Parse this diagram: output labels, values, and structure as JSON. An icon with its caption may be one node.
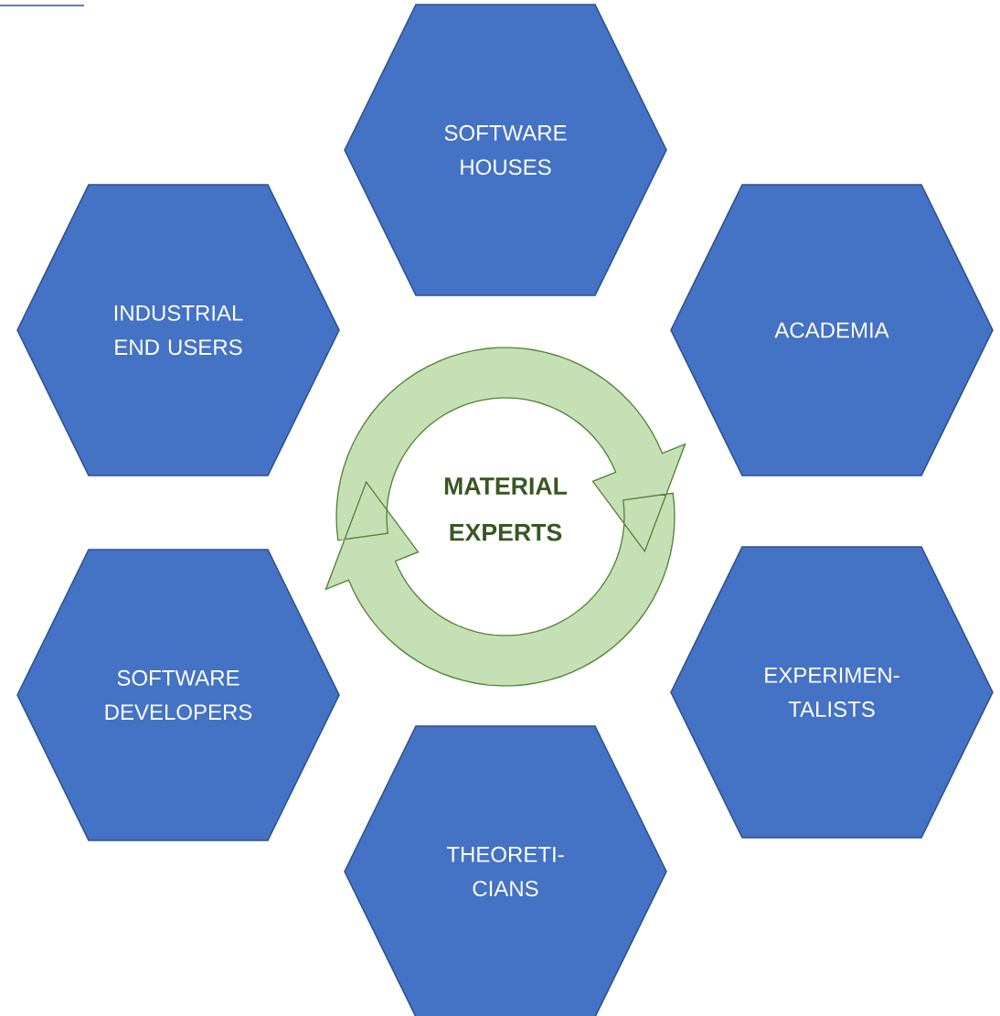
{
  "diagram": {
    "nodes": [
      {
        "text": [
          "SOFTWARE HOUSES"
        ]
      },
      {
        "text": [
          "INDUSTRIAL END USERS"
        ]
      },
      {
        "text": [
          "ACADEMIA"
        ]
      },
      {
        "text": [
          "SOFTWARE DEVELOPERS"
        ]
      },
      {
        "text": [
          "EXPERIMEN- TALISTS"
        ]
      },
      {
        "text": [
          "THEORETI- CIANS"
        ]
      }
    ],
    "labels": [
      "MATERIAL EXPERTS"
    ]
  }
}
